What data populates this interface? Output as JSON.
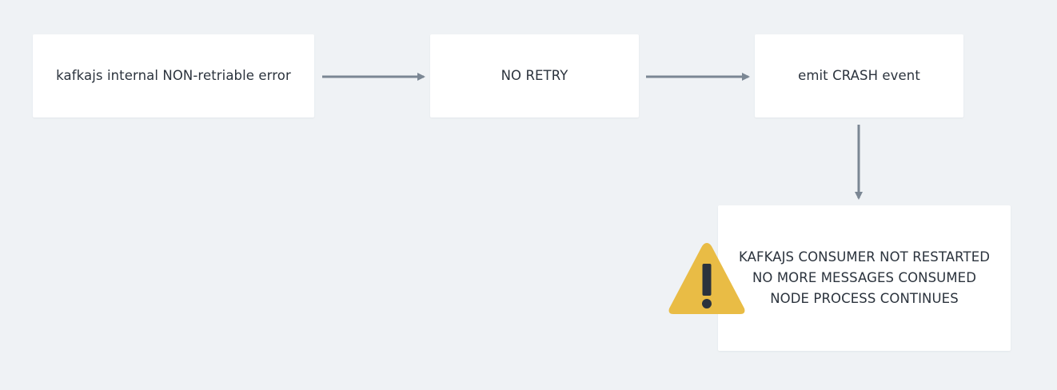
{
  "diagram": {
    "nodes": {
      "internal_error": {
        "label": "kafkajs internal NON-retriable error"
      },
      "no_retry": {
        "label": "NO RETRY"
      },
      "emit_crash": {
        "label": "emit CRASH event"
      },
      "outcome": {
        "lines": [
          "KAFKAJS CONSUMER NOT RESTARTED",
          "NO MORE MESSAGES CONSUMED",
          "NODE PROCESS CONTINUES"
        ]
      }
    },
    "edges": [
      {
        "from": "internal_error",
        "to": "no_retry"
      },
      {
        "from": "no_retry",
        "to": "emit_crash"
      },
      {
        "from": "emit_crash",
        "to": "outcome"
      }
    ],
    "icons": {
      "warning": "warning-icon"
    },
    "colors": {
      "background": "#eff2f5",
      "node": "#ffffff",
      "arrow": "#7b8794",
      "warning_fill": "#e9bc45",
      "warning_mark": "#2b333d",
      "text": "#2b333d"
    }
  }
}
